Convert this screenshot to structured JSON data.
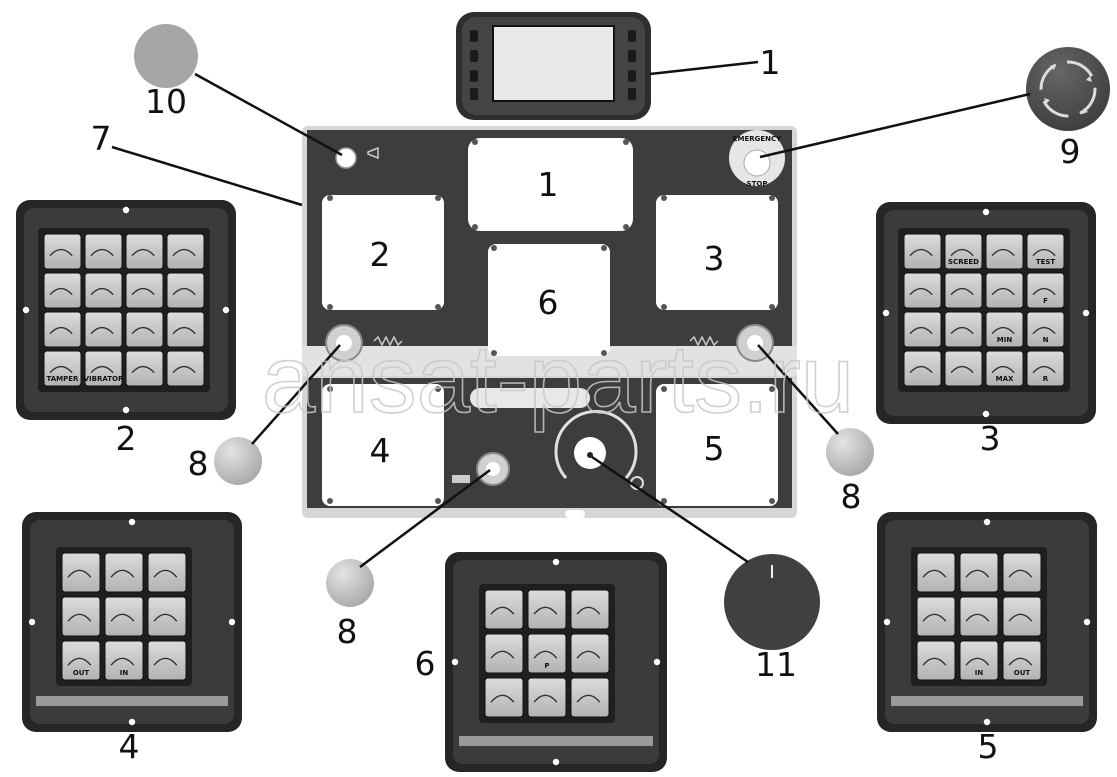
{
  "labels": {
    "display": "1",
    "central_panel": "7",
    "emergency_stop": "9",
    "horn_button": "10",
    "rotary_knob": "11",
    "rotary_left": "8",
    "rotary_right": "8",
    "rotary_bottom": "8",
    "slot1": "1",
    "slot2": "2",
    "slot3": "3",
    "slot4": "4",
    "slot5": "5",
    "slot6": "6",
    "keypad2": "2",
    "keypad3": "3",
    "keypad4": "4",
    "keypad5": "5",
    "keypad6": "6"
  },
  "keypad2": {
    "keys": [
      "",
      "",
      "",
      "",
      "",
      "",
      "",
      "",
      "",
      "",
      "",
      "",
      "TAMPER",
      "VIBRATOR",
      "",
      ""
    ]
  },
  "keypad3": {
    "keys": [
      "",
      "SCREED",
      "",
      "TEST",
      "",
      "",
      "",
      "F",
      "",
      "",
      "MIN",
      "N",
      "",
      "",
      "MAX",
      "R"
    ]
  },
  "keypad4": {
    "keys": [
      "",
      "",
      "",
      "",
      "",
      "",
      "OUT",
      "IN",
      ""
    ]
  },
  "keypad5": {
    "keys": [
      "",
      "",
      "",
      "",
      "",
      "",
      "",
      "IN",
      "OUT"
    ]
  },
  "keypad6": {
    "keys": [
      "",
      "",
      "",
      "",
      "P",
      "",
      "",
      "",
      ""
    ]
  },
  "panel": {
    "estop_text_top": "EMERGENCY",
    "estop_text_bottom": "STOP"
  },
  "watermark": "ansat-parts.ru",
  "colors": {
    "panel_dark": "#3a3a3a",
    "keypad_body": "#2d2d2d",
    "key": "#c9c9c9",
    "knob_light": "#c2c2c2",
    "knob_dark": "#4a4a4a"
  }
}
